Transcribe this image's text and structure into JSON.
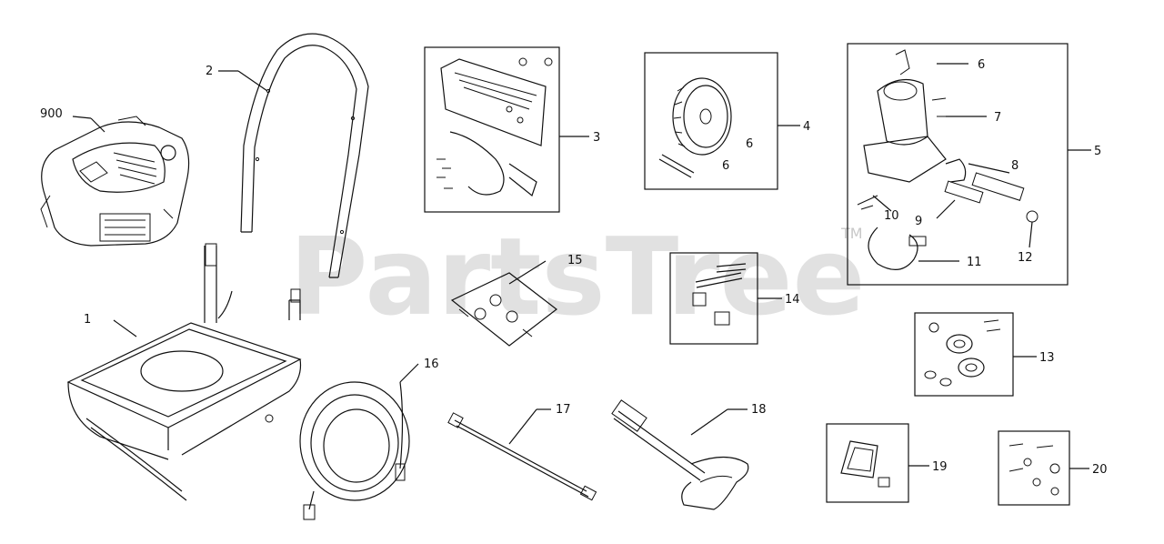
{
  "watermark": {
    "text": "PartsTree",
    "trademark": "TM"
  },
  "callouts": [
    {
      "id": "engine",
      "label": "900"
    },
    {
      "id": "handle",
      "label": "2"
    },
    {
      "id": "bracket",
      "label": "3"
    },
    {
      "id": "wheel",
      "label": "4"
    },
    {
      "id": "wheel-part",
      "label": "6"
    },
    {
      "id": "pump",
      "label": "5"
    },
    {
      "id": "pump-6",
      "label": "6"
    },
    {
      "id": "pump-7",
      "label": "7"
    },
    {
      "id": "pump-8",
      "label": "8"
    },
    {
      "id": "pump-9",
      "label": "9"
    },
    {
      "id": "pump-10",
      "label": "10"
    },
    {
      "id": "pump-11",
      "label": "11"
    },
    {
      "id": "pump-12",
      "label": "12"
    },
    {
      "id": "frame",
      "label": "1"
    },
    {
      "id": "decal",
      "label": "15"
    },
    {
      "id": "hardware-14",
      "label": "14"
    },
    {
      "id": "hardware-13",
      "label": "13"
    },
    {
      "id": "hose",
      "label": "16"
    },
    {
      "id": "wand",
      "label": "17"
    },
    {
      "id": "gun",
      "label": "18"
    },
    {
      "id": "holder",
      "label": "19"
    },
    {
      "id": "hardware-20",
      "label": "20"
    }
  ]
}
